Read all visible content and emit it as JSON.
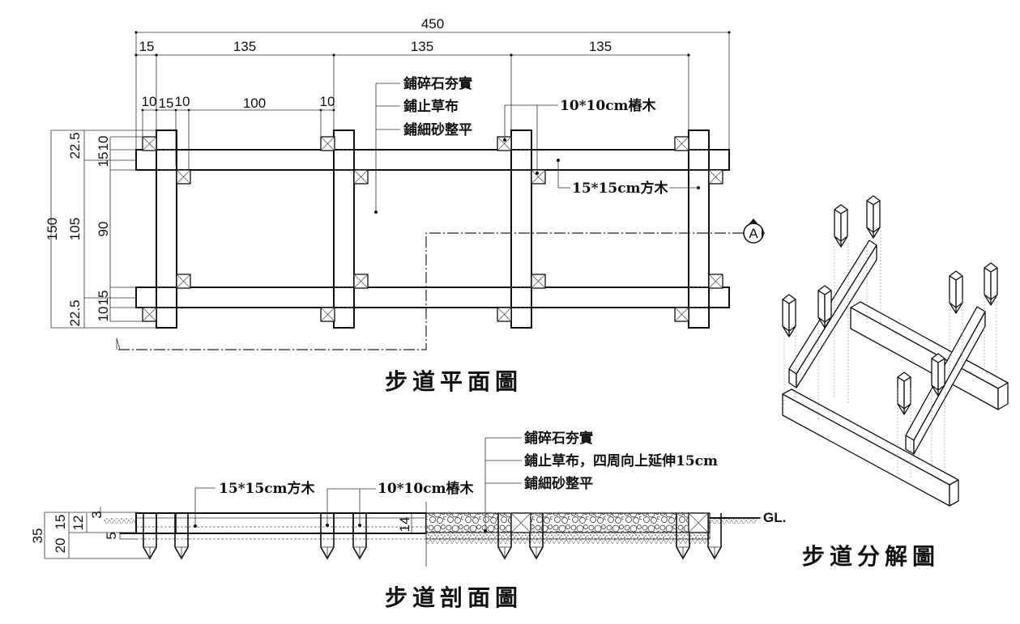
{
  "plan_view": {
    "title": "步道平面圖",
    "dims_top": {
      "overall": "450",
      "segments": [
        "15",
        "135",
        "135",
        "135"
      ],
      "detail": [
        "10",
        "15",
        "10",
        "100",
        "10"
      ]
    },
    "dims_left": {
      "outer": "150",
      "middle": [
        "22.5",
        "105",
        "22.5"
      ],
      "inner_top": [
        "10",
        "15"
      ],
      "inner_mid": "90",
      "inner_bottom": [
        "15",
        "10"
      ]
    },
    "notes": {
      "layers": [
        "鋪碎石夯實",
        "鋪止草布",
        "鋪細砂整平"
      ],
      "stake": "10*10cm樁木",
      "beam": "15*15cm方木"
    },
    "section_marker": "A"
  },
  "section_view": {
    "title": "步道剖面圖",
    "dims_left": {
      "outer": "35",
      "parts": [
        "15",
        "20"
      ],
      "inner": [
        "12",
        "3",
        "5"
      ],
      "fill_depth": "14"
    },
    "notes": {
      "beam": "15*15cm方木",
      "stake": "10*10cm樁木",
      "layers": [
        "鋪碎石夯實",
        "鋪止草布，四周向上延伸15cm",
        "鋪細砂整平"
      ]
    },
    "ground_label": "GL."
  },
  "exploded_view": {
    "title": "步道分解圖"
  }
}
